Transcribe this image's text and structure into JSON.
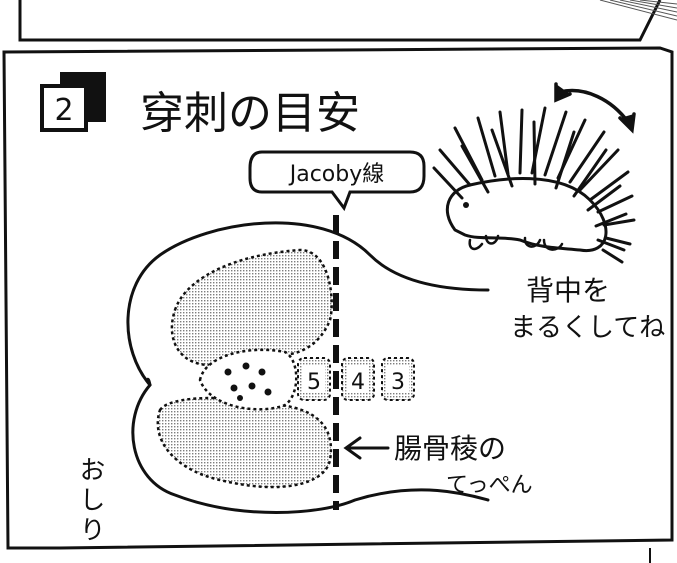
{
  "section": {
    "number": "2",
    "title": "穿刺の目安"
  },
  "jacoby_label": "Jacoby線",
  "porcupine_caption": [
    "背中を",
    "まるくしてね"
  ],
  "iliac_caption": [
    "腸骨稜の",
    "てっぺん"
  ],
  "buttock_label": "おしり",
  "vertebrae": [
    "5",
    "4",
    "3"
  ],
  "colors": {
    "ink": "#111111",
    "shade": "#9a9a9a",
    "paper": "#ffffff"
  }
}
